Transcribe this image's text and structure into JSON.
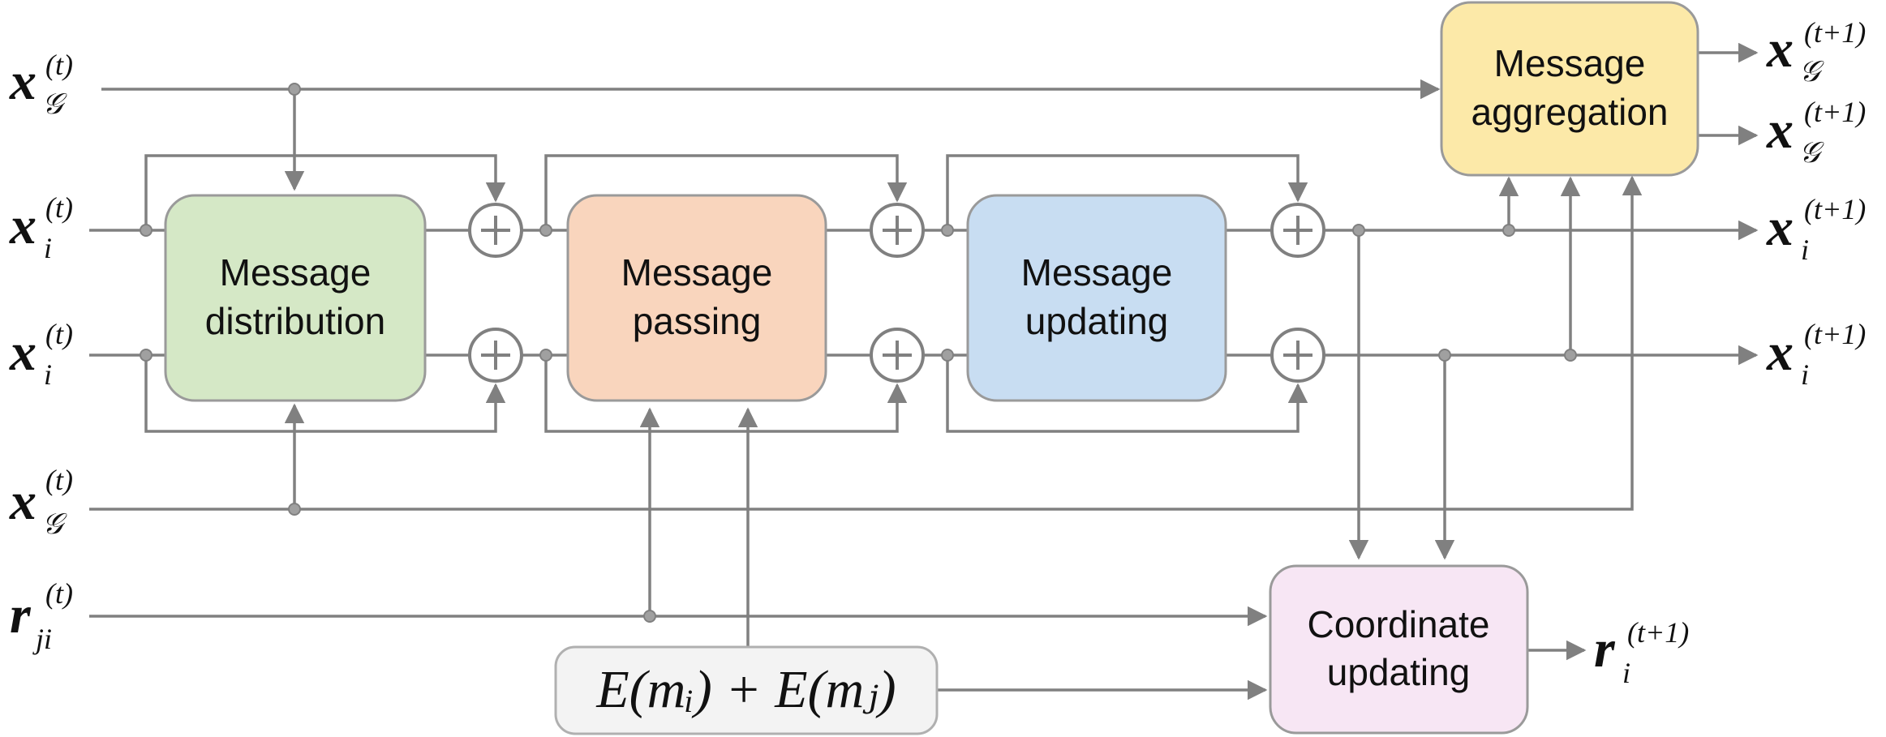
{
  "boxes": {
    "distribution": {
      "line1": "Message",
      "line2": "distribution",
      "fill": "#d5e8c6",
      "stroke": "#9a9a9a"
    },
    "passing": {
      "line1": "Message",
      "line2": "passing",
      "fill": "#f9d5bd",
      "stroke": "#9a9a9a"
    },
    "updating": {
      "line1": "Message",
      "line2": "updating",
      "fill": "#c8ddf2",
      "stroke": "#9a9a9a"
    },
    "aggregation": {
      "line1": "Message",
      "line2": "aggregation",
      "fill": "#fce9a8",
      "stroke": "#9a9a9a"
    },
    "coordinate": {
      "line1": "Coordinate",
      "line2": "updating",
      "fill": "#f7e6f4",
      "stroke": "#9a9a9a"
    },
    "energy": {
      "text": "E(mᵢ) + E(mⱼ)",
      "fill": "#f3f3f3",
      "stroke": "#b0b0b0"
    }
  },
  "inputs": {
    "xvec_graph": {
      "base": "x⃗",
      "sub": "𝒢",
      "sup": "(t)"
    },
    "xvec_i": {
      "base": "x⃗",
      "sub": "i",
      "sup": "(t)"
    },
    "x_i": {
      "base": "x",
      "sub": "i",
      "sup": "(t)"
    },
    "x_graph": {
      "base": "x",
      "sub": "𝒢",
      "sup": "(t)"
    },
    "rvec_ji": {
      "base": "r⃗",
      "sub": "ji",
      "sup": "(t)"
    }
  },
  "outputs": {
    "xvec_graph": {
      "base": "x⃗",
      "sub": "𝒢",
      "sup": "(t+1)"
    },
    "x_graph": {
      "base": "x",
      "sub": "𝒢",
      "sup": "(t+1)"
    },
    "xvec_i": {
      "base": "x⃗",
      "sub": "i",
      "sup": "(t+1)"
    },
    "x_i": {
      "base": "x",
      "sub": "i",
      "sup": "(t+1)"
    },
    "rvec_i": {
      "base": "r⃗",
      "sub": "i",
      "sup": "(t+1)"
    }
  },
  "wire_color": "#808080"
}
